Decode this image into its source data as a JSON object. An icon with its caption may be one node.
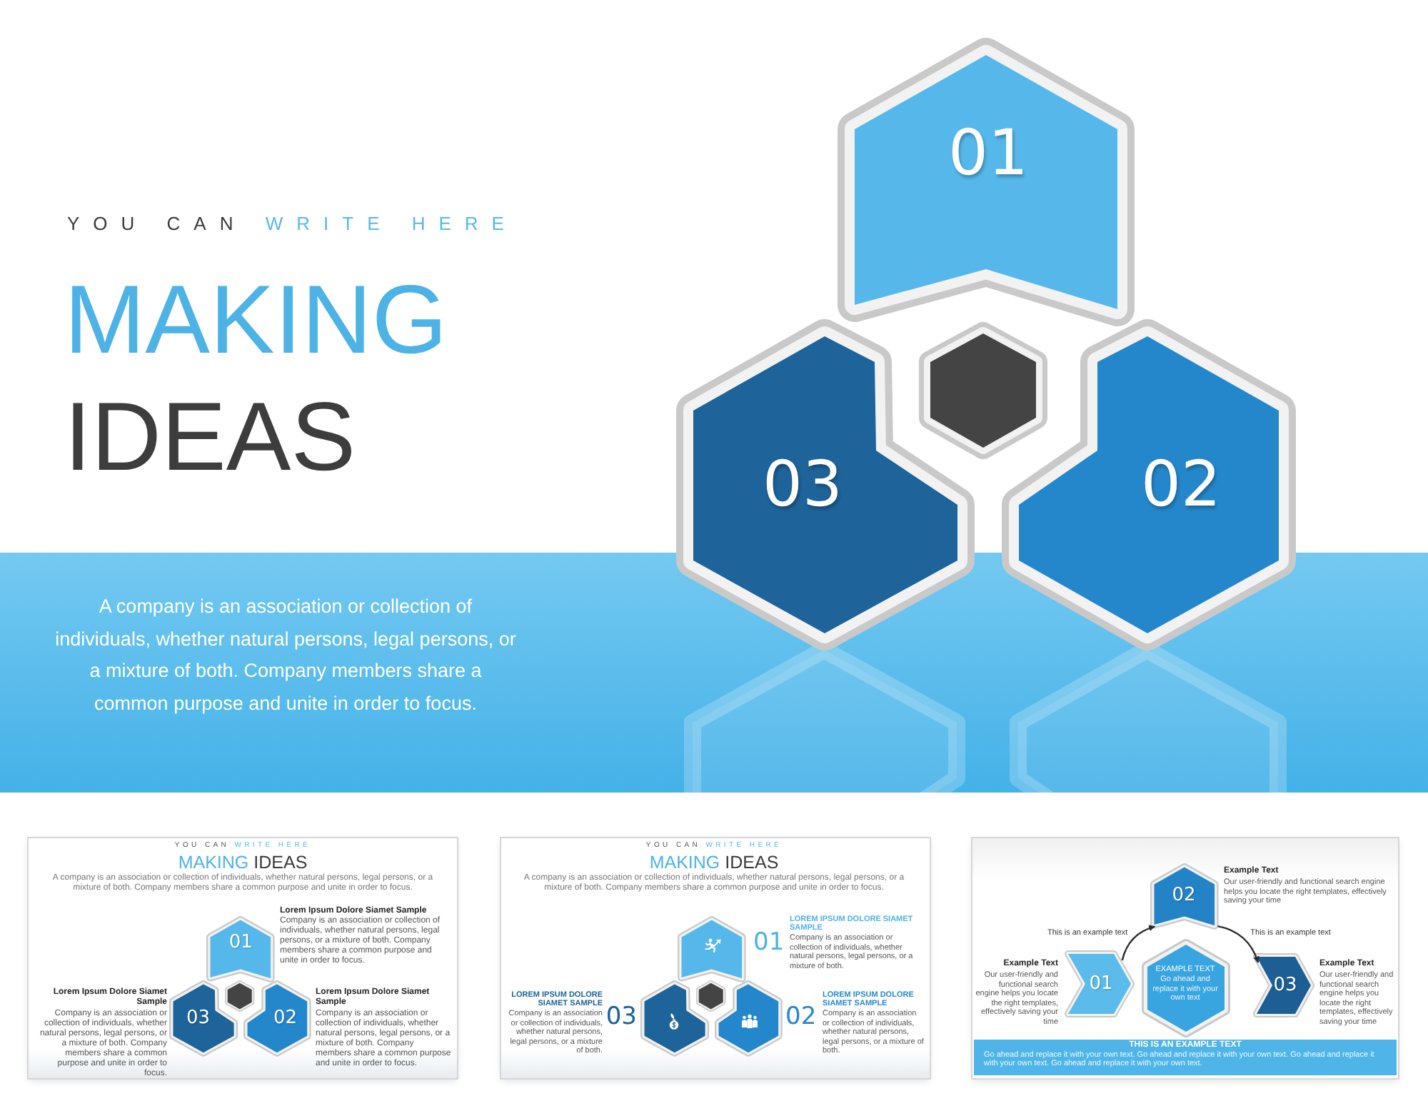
{
  "diagram": {
    "title": "MAKING IDEAS",
    "nodes": [
      {
        "text": [
          "A company is an association or collection of individuals, whether natural persons, legal persons, or a mixture of both. Company members share a common purpose and unite in order to focus."
        ]
      },
      {
        "text": [
          "01"
        ]
      },
      {
        "text": [
          "03"
        ]
      },
      {
        "text": [],
        "shape": "hexagon"
      },
      {
        "text": [
          "02"
        ]
      },
      {
        "text": [
          "YOU CAN WRITE HERE",
          "MAKING IDEAS",
          "A company is an association or collection of individuals, whether natural persons, legal persons, or a mixture of both. Company members share a common purpose and unite in order to focus."
        ]
      },
      {
        "text": [
          "01"
        ],
        "in": 5,
        "beside": [
          "Lorem Ipsum Dolore Siamet Sample",
          "Company is an association or collection of individuals, whether natural persons, legal persons, or a mixture of both. Company members share a common purpose and unite in order to focus."
        ]
      },
      {
        "text": [
          "03"
        ],
        "in": 5,
        "beside": [
          "Lorem Ipsum Dolore Siamet Sample",
          "Company is an association or collection of individuals, whether natural persons, legal persons, or a mixture of both. Company members share a common purpose and unite in order to focus."
        ]
      },
      {
        "text": [],
        "shape": "hexagon",
        "in": 5
      },
      {
        "text": [
          "02"
        ],
        "in": 5,
        "beside": [
          "Lorem Ipsum Dolore Siamet Sample",
          "Company is an association or collection of individuals, whether natural persons, legal persons, or a mixture of both. Company members share a common purpose and unite in order to focus."
        ]
      },
      {
        "text": [
          "YOU CAN WRITE HERE",
          "MAKING IDEAS",
          "A company is an association or collection of individuals, whether natural persons, legal persons, or a mixture of both. Company members share a common purpose and unite in order to focus."
        ]
      },
      {
        "text": [],
        "shape": "hexagon",
        "in": 10,
        "beside": [
          "01",
          "LOREM IPSUM DOLORE SIAMET SAMPLE",
          "Company is an association or collection of individuals, whether natural persons, legal persons, or a mixture of both."
        ]
      },
      {
        "text": [],
        "shape": "hexagon",
        "in": 10,
        "beside": [
          "03",
          "LOREM IPSUM DOLORE SIAMET SAMPLE",
          "Company is an association or collection of individuals, whether natural persons, legal persons, or a mixture of both."
        ]
      },
      {
        "text": [],
        "shape": "hexagon",
        "in": 10
      },
      {
        "text": [],
        "shape": "hexagon",
        "in": 10,
        "beside": [
          "02",
          "LOREM IPSUM DOLORE SIAMET SAMPLE",
          "Company is an association or collection of individuals, whether natural persons, legal persons, or a mixture of both."
        ]
      },
      {
        "text": [],
        "shape": "box"
      },
      {
        "text": [
          "02"
        ],
        "in": 15,
        "beside": [
          "Example Text",
          "Our user-friendly and functional search engine helps you locate the right templates, effectively saving your time"
        ]
      },
      {
        "text": [
          "01"
        ],
        "in": 15,
        "beside": [
          "Example Text",
          "Our user-friendly and functional search engine helps you locate the right templates, effectively saving your time"
        ]
      },
      {
        "text": [
          "EXAMPLE TEXT",
          "Go ahead and replace it with your own text"
        ],
        "in": 15
      },
      {
        "text": [
          "03"
        ],
        "in": 15,
        "beside": [
          "Example Text",
          "Our user-friendly and functional search engine helps you locate the right templates, effectively saving your time"
        ]
      },
      {
        "text": [
          "THIS IS AN EXAMPLE TEXT",
          "Go ahead and replace it with your own text. Go ahead and replace it with your own text. Go ahead and replace it with your own text. Go ahead and replace it with your own text."
        ],
        "in": 15
      }
    ],
    "edges": [
      {
        "from": 17,
        "to": 16,
        "arrow": "to",
        "label": "This is an example text"
      },
      {
        "from": 16,
        "to": 19,
        "arrow": "to",
        "label": "This is an example text"
      }
    ],
    "labels": [
      "YOU CAN WRITE HERE"
    ]
  }
}
